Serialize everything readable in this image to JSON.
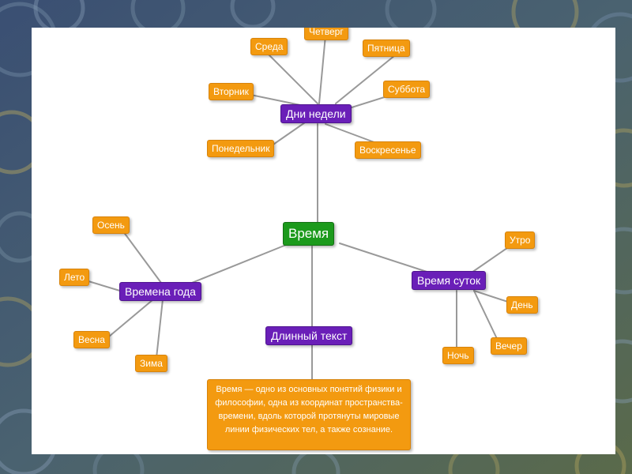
{
  "diagram": {
    "root": {
      "label": "Время"
    },
    "branches": {
      "days": {
        "label": "Дни недели",
        "items": [
          "Понедельник",
          "Вторник",
          "Среда",
          "Четверг",
          "Пятница",
          "Суббота",
          "Воскресенье"
        ]
      },
      "seasons": {
        "label": "Времена года",
        "items": [
          "Осень",
          "Лето",
          "Весна",
          "Зима"
        ]
      },
      "daytime": {
        "label": "Время суток",
        "items": [
          "Утро",
          "День",
          "Вечер",
          "Ночь"
        ]
      },
      "longtext": {
        "label": "Длинный текст",
        "note": "Время — одно из основных понятий физики и философии, одна из координат пространства-времени, вдоль которой протянуты мировые линии физических тел, а также сознание."
      }
    },
    "colors": {
      "root": "#1c9a1c",
      "hub": "#6a1fb8",
      "leaf": "#f39a10",
      "connector": "#999999"
    }
  }
}
